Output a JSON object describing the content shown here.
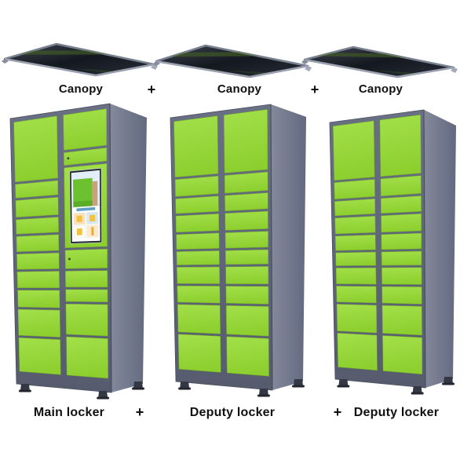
{
  "top_row": {
    "canopy_labels": [
      "Canopy",
      "Canopy",
      "Canopy"
    ]
  },
  "separators": {
    "plus": "+"
  },
  "lockers": [
    {
      "id": "main-locker",
      "label": "Main locker",
      "columns": [
        {
          "rows": [
            {
              "h": 78
            },
            {
              "h": 18
            },
            {
              "h": 22
            },
            {
              "h": 19
            },
            {
              "h": 20
            },
            {
              "h": 20
            },
            {
              "h": 21
            },
            {
              "h": 22
            },
            {
              "h": 34
            },
            {
              "h": 44
            }
          ]
        },
        {
          "rows": [
            {
              "h": 44
            },
            {
              "h": 16,
              "keyhole": true
            },
            {
              "h": 100,
              "screen": true
            },
            {
              "h": 23,
              "keyhole": true
            },
            {
              "h": 20
            },
            {
              "h": 15
            },
            {
              "h": 38
            },
            {
              "h": 48
            }
          ]
        }
      ]
    },
    {
      "id": "deputy-locker-1",
      "label": "Deputy locker",
      "columns": [
        {
          "rows": [
            {
              "h": 75
            },
            {
              "h": 23
            },
            {
              "h": 20
            },
            {
              "h": 22
            },
            {
              "h": 20
            },
            {
              "h": 18
            },
            {
              "h": 22
            },
            {
              "h": 22
            },
            {
              "h": 37
            },
            {
              "h": 47
            }
          ]
        },
        {
          "rows": [
            {
              "h": 75
            },
            {
              "h": 23
            },
            {
              "h": 20
            },
            {
              "h": 22
            },
            {
              "h": 20
            },
            {
              "h": 18
            },
            {
              "h": 22
            },
            {
              "h": 22
            },
            {
              "h": 37
            },
            {
              "h": 47
            }
          ]
        }
      ]
    },
    {
      "id": "deputy-locker-2",
      "label": "Deputy locker",
      "columns": [
        {
          "rows": [
            {
              "h": 75
            },
            {
              "h": 23
            },
            {
              "h": 20
            },
            {
              "h": 22
            },
            {
              "h": 20
            },
            {
              "h": 18
            },
            {
              "h": 22
            },
            {
              "h": 22
            },
            {
              "h": 37
            },
            {
              "h": 47
            }
          ]
        },
        {
          "rows": [
            {
              "h": 75
            },
            {
              "h": 23
            },
            {
              "h": 20
            },
            {
              "h": 22
            },
            {
              "h": 20
            },
            {
              "h": 18
            },
            {
              "h": 22
            },
            {
              "h": 22
            },
            {
              "h": 37
            },
            {
              "h": 47
            }
          ]
        }
      ]
    }
  ],
  "screen": {
    "photo": {
      "sky": "#e2eefa",
      "locker": "#6cc12f",
      "person": "#c9a27b"
    },
    "menu_header_color": "#5f9fc5",
    "cards": [
      {
        "icon": "parcel-icon",
        "bg": "#fbe2bf"
      },
      {
        "icon": "parcel-icon",
        "bg": "#d4e9f8"
      },
      {
        "icon": "parcel-icon",
        "bg": "#fdfdfa"
      },
      {
        "icon": "receipt-icon",
        "bg": "#fce9cf"
      }
    ]
  },
  "colors": {
    "background": "#ffffff",
    "door_green_top": "#a3e04a",
    "door_green_bottom": "#8ccf2e",
    "door_edge": "#6da22c",
    "frame_top": "#6a7084",
    "frame_bottom": "#565c6e",
    "side_front": "#848a9b",
    "side_back": "#636980",
    "cabinet_top": "#4e5365",
    "canopy_face": "#14181f",
    "canopy_trim": "#79808f",
    "canopy_sheen": "#4a6b22",
    "foot": "#343845",
    "icon_yellow": "#f3c23e",
    "label_text": "#101010"
  }
}
